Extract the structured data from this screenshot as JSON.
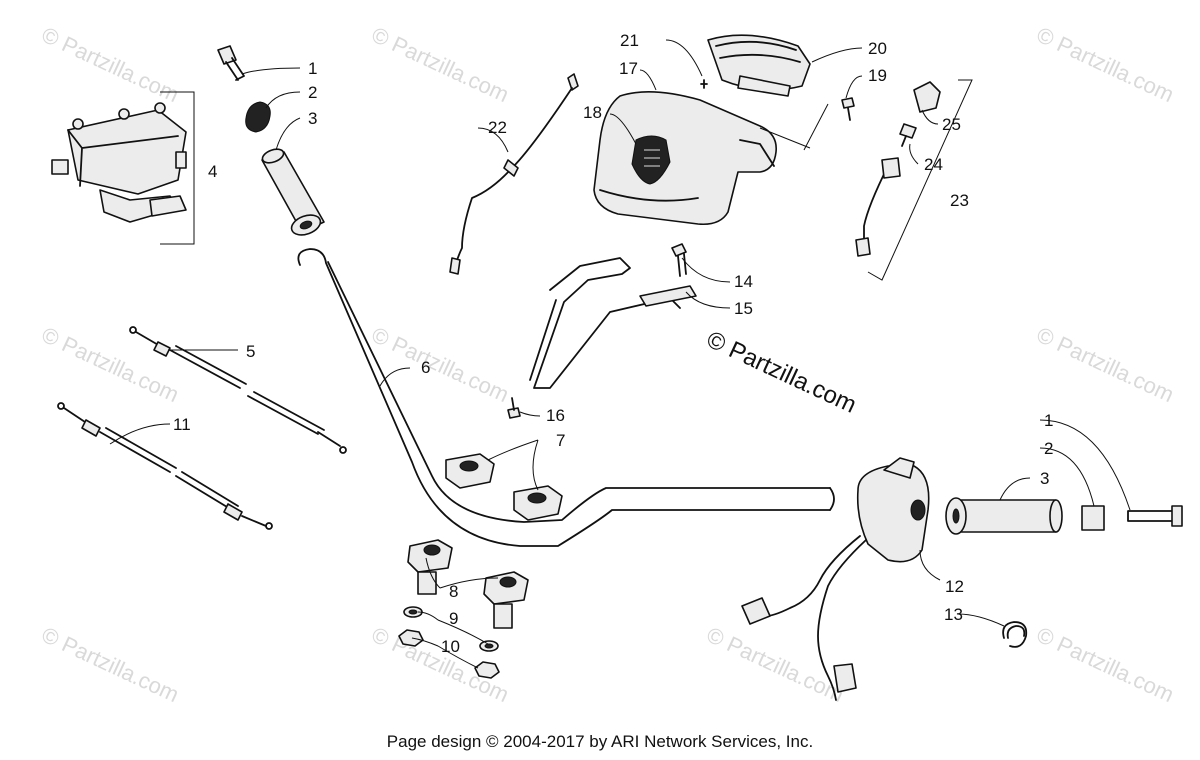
{
  "watermarks": {
    "corner": "© Partzilla.com",
    "center": "© Partzilla.com"
  },
  "callouts": {
    "c1_top": "1",
    "c2_top": "2",
    "c3_top": "3",
    "c4": "4",
    "c5": "5",
    "c6": "6",
    "c7": "7",
    "c8": "8",
    "c9": "9",
    "c10": "10",
    "c11": "11",
    "c12": "12",
    "c13": "13",
    "c14": "14",
    "c15": "15",
    "c16": "16",
    "c17": "17",
    "c18": "18",
    "c19": "19",
    "c20": "20",
    "c21": "21",
    "c22": "22",
    "c23": "23",
    "c24": "24",
    "c25": "25",
    "c1_right": "1",
    "c2_right": "2",
    "c3_right": "3"
  },
  "footer": {
    "text": "Page design © 2004-2017 by ARI Network Services, Inc."
  }
}
